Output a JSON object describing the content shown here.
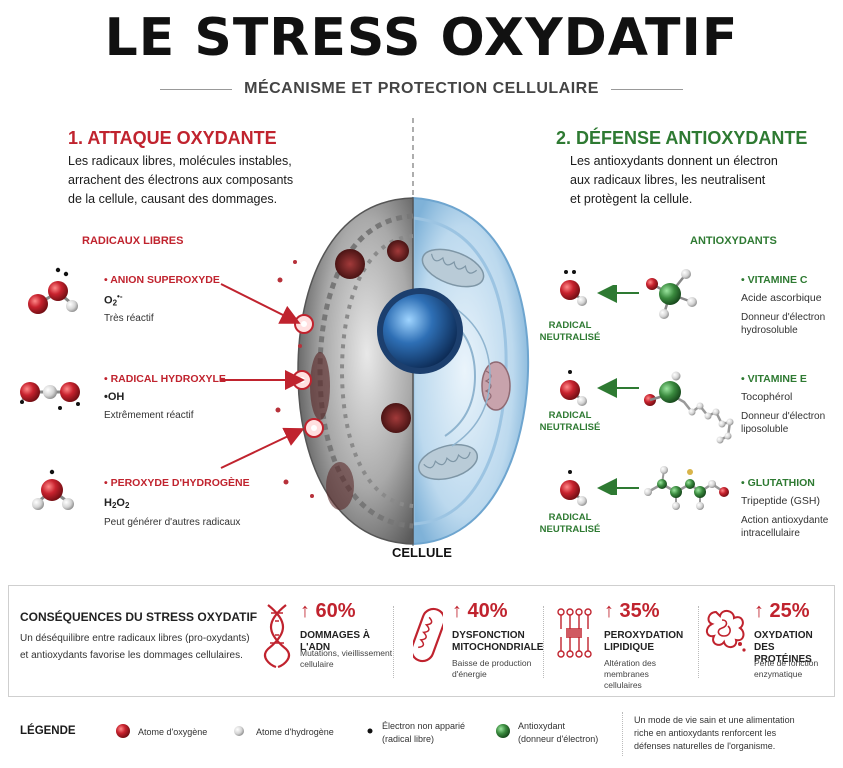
{
  "header": {
    "title": "LE STRESS OXYDATIF",
    "subtitle": "MÉCANISME ET PROTECTION CELLULAIRE"
  },
  "attack": {
    "title": "1. ATTAQUE OXYDANTE",
    "desc_lines": [
      "Les radicaux libres, molécules instables,",
      "arrachent des électrons aux composants",
      "de la cellule, causant des dommages."
    ],
    "group_label": "RADICAUX LIBRES",
    "items": [
      {
        "name": "• ANION SUPEROXYDE",
        "formula_main": "O",
        "formula_sub": "2",
        "formula_sup": "•-",
        "note": "Très réactif"
      },
      {
        "name": "• RADICAL HYDROXYLE",
        "formula_main": "•OH",
        "note": "Extrêmement réactif"
      },
      {
        "name": "• PEROXYDE D'HYDROGÈNE",
        "f1": "H",
        "f1s": "2",
        "f2": "O",
        "f2s": "2",
        "note": "Peut générer d'autres radicaux"
      }
    ]
  },
  "defense": {
    "title": "2. DÉFENSE ANTIOXYDANTE",
    "desc_lines": [
      "Les antioxydants donnent un électron",
      "aux radicaux libres, les neutralisent",
      "et protègent la cellule."
    ],
    "group_label": "ANTIOXYDANTS",
    "neutral_lines": [
      "RADICAL",
      "NEUTRALISÉ"
    ],
    "items": [
      {
        "name": "• VITAMINE C",
        "sub": "Acide ascorbique",
        "note_lines": [
          "Donneur d'électron",
          "hydrosoluble"
        ]
      },
      {
        "name": "• VITAMINE E",
        "sub": "Tocophérol",
        "note_lines": [
          "Donneur d'électron",
          "liposoluble"
        ]
      },
      {
        "name": "• GLUTATHION",
        "sub": "Tripeptide (GSH)",
        "note_lines": [
          "Action antioxydante",
          "intracellulaire"
        ]
      }
    ]
  },
  "cell_label": "CELLULE",
  "consequences": {
    "title": "CONSÉQUENCES DU STRESS OXYDATIF",
    "desc_lines": [
      "Un déséquilibre entre radicaux libres (pro-oxydants)",
      "et antioxydants favorise les dommages cellulaires."
    ],
    "stats": [
      {
        "value": "↑ 60%",
        "label_lines": [
          "DOMMAGES À L'ADN"
        ],
        "note_lines": [
          "Mutations, vieillissement",
          "cellulaire"
        ],
        "icon": "dna-icon"
      },
      {
        "value": "↑ 40%",
        "label_lines": [
          "DYSFONCTION",
          "MITOCHONDRIALE"
        ],
        "note_lines": [
          "Baisse de production",
          "d'énergie"
        ],
        "icon": "mitochondria-icon"
      },
      {
        "value": "↑ 35%",
        "label_lines": [
          "PEROXYDATION",
          "LIPIDIQUE"
        ],
        "note_lines": [
          "Altération des membranes",
          "cellulaires"
        ],
        "icon": "lipid-membrane-icon"
      },
      {
        "value": "↑ 25%",
        "label_lines": [
          "OXYDATION",
          "DES PROTÉINES"
        ],
        "note_lines": [
          "Perte de fonction",
          "enzymatique"
        ],
        "icon": "protein-icon"
      }
    ]
  },
  "legend": {
    "title": "LÉGENDE",
    "items": [
      {
        "label_lines": [
          "Atome d'oxygène"
        ],
        "color": "#c8222e"
      },
      {
        "label_lines": [
          "Atome d'hydrogène"
        ],
        "color": "#d9d9d9"
      },
      {
        "label_lines": [
          "Électron non apparié",
          "(radical libre)"
        ],
        "color": "#111111"
      },
      {
        "label_lines": [
          "Antioxydant",
          "(donneur d'électron)"
        ],
        "color": "#3a8a3e"
      }
    ],
    "note_lines": [
      "Un mode de vie sain et une alimentation",
      "riche en antioxydants renforcent les",
      "défenses naturelles de l'organisme."
    ]
  },
  "colors": {
    "red": "#c0232e",
    "green": "#2e7a32",
    "oxygen": "#c8222e",
    "hydrogen": "#d9d9d9",
    "antioxidant": "#3a8a3e"
  }
}
